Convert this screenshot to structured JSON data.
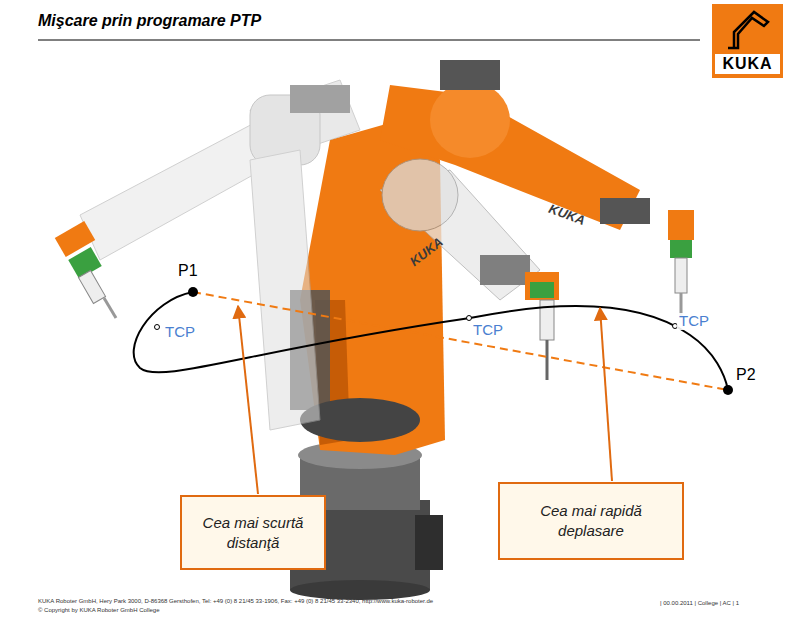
{
  "diagram": {
    "title": "Mişcare prin programare PTP",
    "nodes": [
      {
        "text": [
          "KUKA"
        ]
      },
      {
        "text": [
          "Cea mai scurtă distanţă"
        ]
      },
      {
        "text": [
          "Cea mai rapidă deplasare"
        ]
      }
    ],
    "labels": [
      "P1",
      "P2",
      "TCP",
      "TCP",
      "TCP",
      "KUKA",
      "KUKA",
      "KUKA Roboter GmbH, Hery Park 3000, D-86368 Gersthofen, Tel: +49 (0) 8 21/45 33-1906, Fax: +49 (0) 8 21/45 33-2340, http://www.kuka-roboter.de",
      "© Copyright by KUKA Roboter GmbH College",
      "| 00.00.2011 | College | AC | 1"
    ]
  }
}
